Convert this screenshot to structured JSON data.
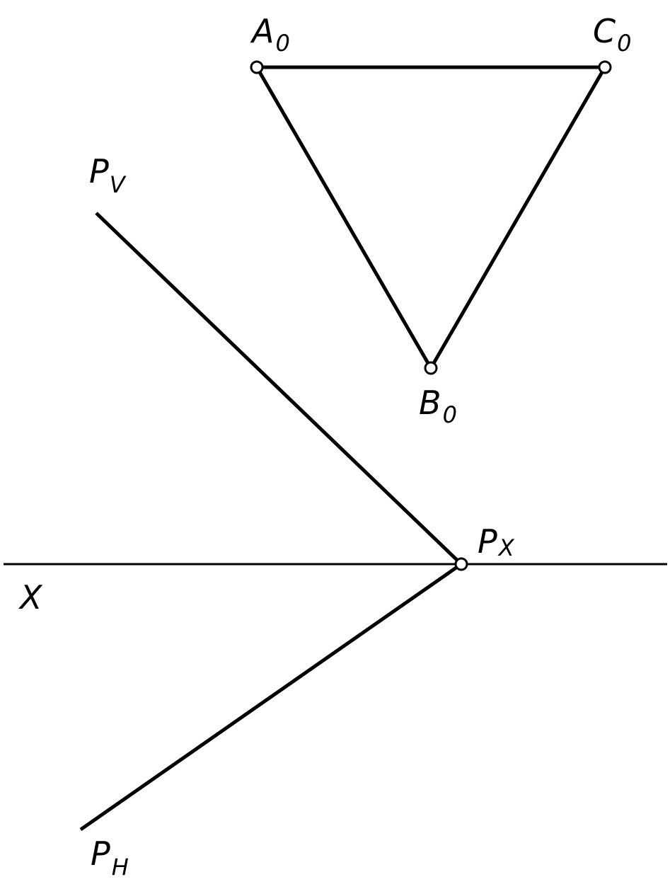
{
  "colors": {
    "stroke": "#000000",
    "background": "#ffffff"
  },
  "labels": {
    "a0": {
      "main": "A",
      "sub": "0"
    },
    "c0": {
      "main": "C",
      "sub": "0"
    },
    "b0": {
      "main": "B",
      "sub": "0"
    },
    "pv": {
      "main": "P",
      "sub": "V"
    },
    "px": {
      "main": "P",
      "sub": "X"
    },
    "ph": {
      "main": "P",
      "sub": "H"
    },
    "x": {
      "main": "X"
    }
  }
}
